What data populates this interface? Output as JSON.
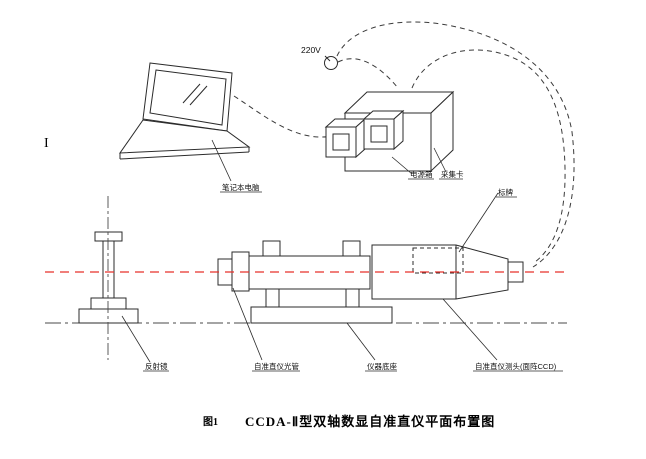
{
  "colors": {
    "line": "#2b2b2b",
    "axis": "#e8302a",
    "cable": "#3a3a3a"
  },
  "labels": {
    "voltage": "220V",
    "laptop": "笔记本电脑",
    "power_box": "电源箱",
    "capture_card": "采集卡",
    "nameplate": "标牌",
    "reflector": "反射镜",
    "collimator_tube": "自准直仪光管",
    "instrument_base": "仪器底座",
    "measuring_head": "自准直仪测头(面阵CCD)",
    "stray_mark": "I"
  },
  "caption": {
    "prefix": "图1",
    "title": "CCDA-Ⅱ型双轴数显自准直仪平面布置图"
  }
}
